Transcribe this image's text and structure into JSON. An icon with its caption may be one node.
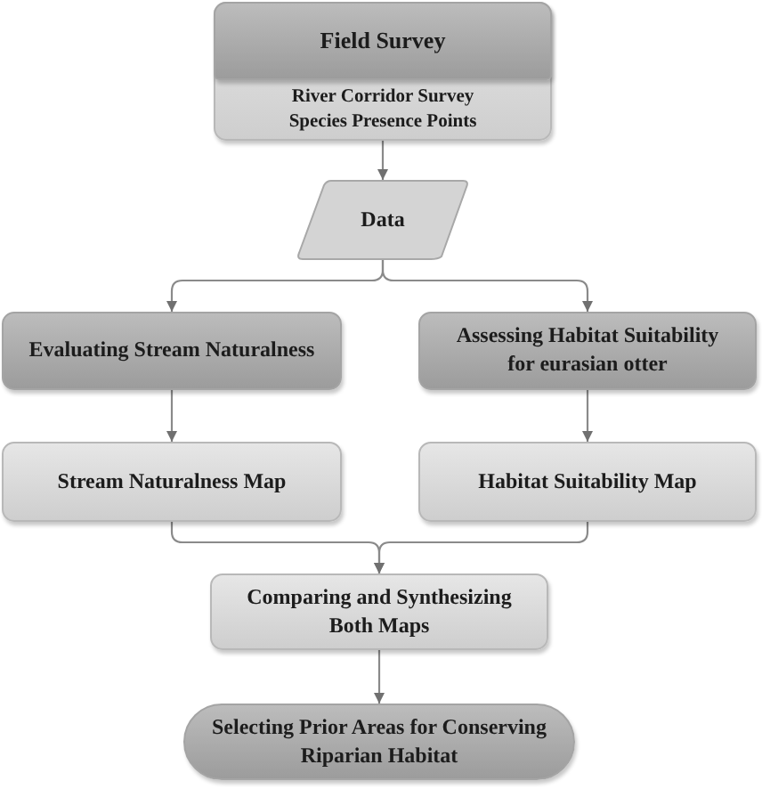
{
  "diagram": {
    "nodes": [
      {
        "text": [
          "Field Survey",
          "River Corridor Survey",
          "Species Presence Points"
        ]
      },
      {
        "text": [
          "Data"
        ]
      },
      {
        "text": [
          "Evaluating Stream Naturalness"
        ]
      },
      {
        "text": [
          "Assessing Habitat Suitability for eurasian otter"
        ]
      },
      {
        "text": [
          "Stream Naturalness Map"
        ]
      },
      {
        "text": [
          "Habitat Suitability Map"
        ]
      },
      {
        "text": [
          "Comparing and Synthesizing Both Maps"
        ]
      },
      {
        "text": [
          "Selecting Prior Areas for Conserving Riparian Habitat"
        ]
      }
    ],
    "edges": [
      {
        "from": 0,
        "to": 1,
        "arrow": "to"
      },
      {
        "from": 1,
        "to": 2,
        "arrow": "to"
      },
      {
        "from": 1,
        "to": 3,
        "arrow": "to"
      },
      {
        "from": 2,
        "to": 4,
        "arrow": "to"
      },
      {
        "from": 3,
        "to": 5,
        "arrow": "to"
      },
      {
        "from": 4,
        "to": 6,
        "arrow": "to"
      },
      {
        "from": 5,
        "to": 6,
        "arrow": "to"
      },
      {
        "from": 6,
        "to": 7,
        "arrow": "to"
      }
    ]
  }
}
